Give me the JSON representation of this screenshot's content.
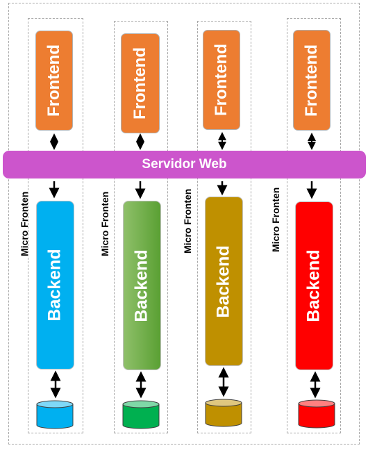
{
  "server": {
    "label": "Servidor Web"
  },
  "micro_label": "Micro Fronten",
  "columns": [
    {
      "frontend": "Frontend",
      "backend": "Backend",
      "backend_color": "#00b0f0",
      "db_color": "#00b0f0"
    },
    {
      "frontend": "Frontend",
      "backend": "Backend",
      "backend_color": "#70ad47",
      "db_color": "#00b050"
    },
    {
      "frontend": "Frontend",
      "backend": "Backend",
      "backend_color": "#bf9000",
      "db_color": "#bf9000"
    },
    {
      "frontend": "Frontend",
      "backend": "Backend",
      "backend_color": "#ff0000",
      "db_color": "#ff0000"
    }
  ],
  "colors": {
    "frontend": "#ed7d31",
    "server": "#cc55cc"
  }
}
